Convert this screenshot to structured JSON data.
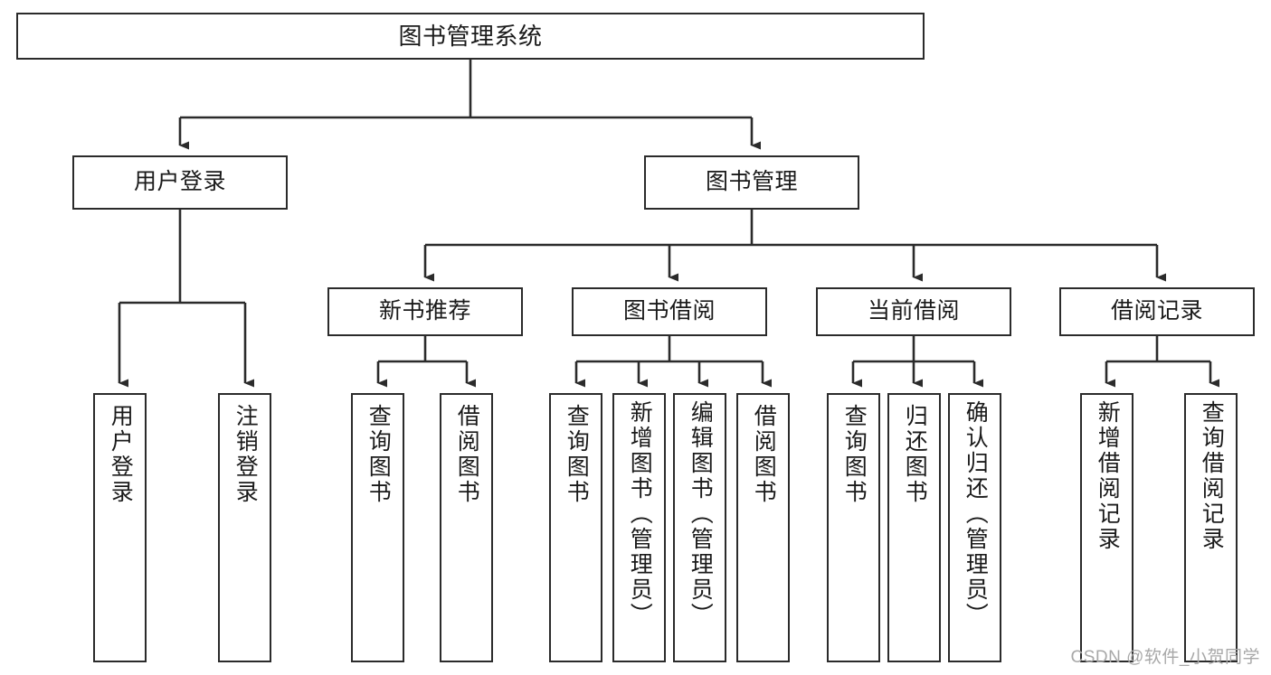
{
  "diagram": {
    "title": "图书管理系统",
    "type": "tree",
    "watermark": "CSDN @软件_小贺同学",
    "colors": {
      "stroke": "#2b2b2b",
      "fill": "#ffffff",
      "text": "#1a1a1a",
      "watermark": "#a8a8a8"
    },
    "nodes": {
      "root": {
        "label": "图书管理系统"
      },
      "level2": [
        {
          "id": "user-login",
          "label": "用户登录"
        },
        {
          "id": "book-management",
          "label": "图书管理"
        }
      ],
      "level3": [
        {
          "id": "new-book-recommend",
          "label": "新书推荐"
        },
        {
          "id": "book-borrow",
          "label": "图书借阅"
        },
        {
          "id": "current-borrow",
          "label": "当前借阅"
        },
        {
          "id": "borrow-record",
          "label": "借阅记录"
        }
      ],
      "leaves": [
        {
          "id": "leaf-user-login",
          "label": "用户登录",
          "parent": "user-login"
        },
        {
          "id": "leaf-user-logout",
          "label": "注销登录",
          "parent": "user-login"
        },
        {
          "id": "leaf-query-book-1",
          "label": "查询图书",
          "parent": "new-book-recommend"
        },
        {
          "id": "leaf-borrow-book-1",
          "label": "借阅图书",
          "parent": "new-book-recommend"
        },
        {
          "id": "leaf-query-book-2",
          "label": "查询图书",
          "parent": "book-borrow"
        },
        {
          "id": "leaf-add-book",
          "label": "新增图书（管理员）",
          "parent": "book-borrow"
        },
        {
          "id": "leaf-edit-book",
          "label": "编辑图书（管理员）",
          "parent": "book-borrow"
        },
        {
          "id": "leaf-borrow-book-2",
          "label": "借阅图书",
          "parent": "book-borrow"
        },
        {
          "id": "leaf-query-book-3",
          "label": "查询图书",
          "parent": "current-borrow"
        },
        {
          "id": "leaf-return-book",
          "label": "归还图书",
          "parent": "current-borrow"
        },
        {
          "id": "leaf-confirm-return",
          "label": "确认归还（管理员）",
          "parent": "current-borrow"
        },
        {
          "id": "leaf-add-record",
          "label": "新增借阅记录",
          "parent": "borrow-record"
        },
        {
          "id": "leaf-query-record",
          "label": "查询借阅记录",
          "parent": "borrow-record"
        }
      ]
    }
  }
}
